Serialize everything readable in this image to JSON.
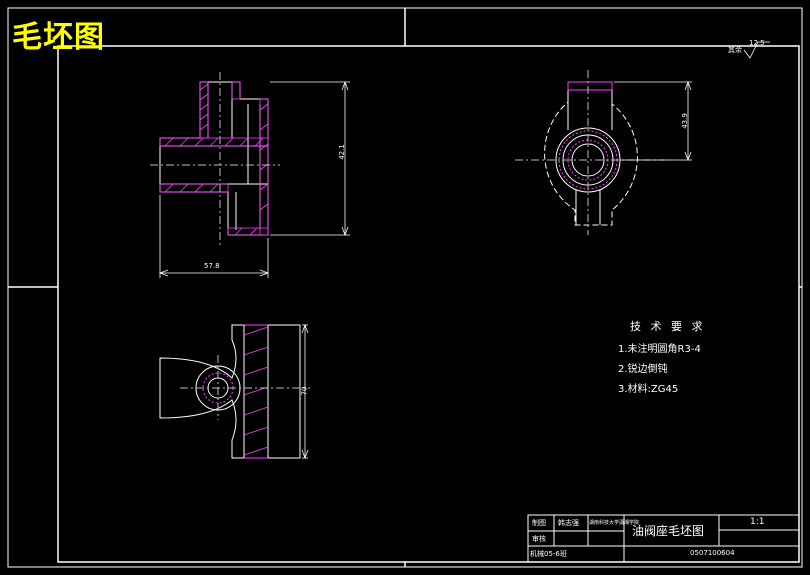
{
  "title": "毛坯图",
  "rough_mark": {
    "label": "其余",
    "value": "12.5"
  },
  "dimensions": {
    "front_height": "42.1",
    "front_width": "57.8",
    "side_height": "43.9",
    "bottom_height": "70"
  },
  "tech_requirements": {
    "heading": "技 术 要 求",
    "items": [
      "1.未注明圆角R3-4",
      "2.锐边倒钝",
      "3.材料:ZG45"
    ]
  },
  "title_block": {
    "part_name": "油阀座毛坯图",
    "scale": "1:1",
    "drawing_no": "0507100604",
    "school": "机械05-6班",
    "label_drawn": "制图",
    "label_checked": "审核",
    "drawer_name": "韩志强",
    "institution": "湖南科技大学潇湘学院"
  },
  "colors": {
    "background": "#000000",
    "line": "#ffffff",
    "section": "#ff3cff",
    "title": "#ffff00",
    "dim": "#e0e0e0"
  }
}
